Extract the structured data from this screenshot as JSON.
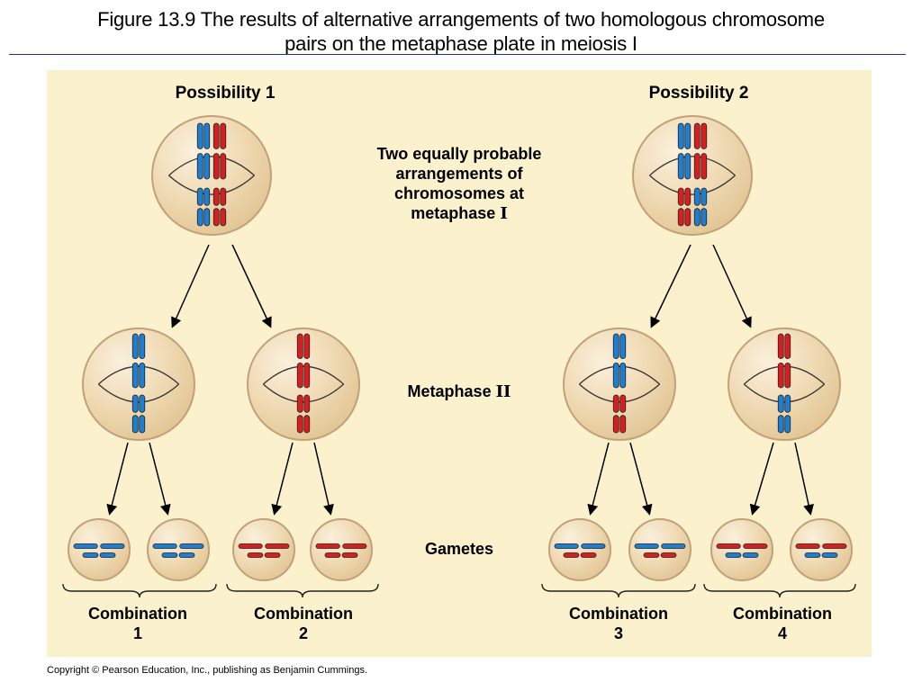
{
  "title": {
    "line1": "Figure 13.9  The results of alternative arrangements of two homologous chromosome",
    "line2": "pairs on the metaphase plate in meiosis I"
  },
  "possibility1": {
    "heading": "Possibility 1"
  },
  "possibility2": {
    "heading": "Possibility 2"
  },
  "center_note": {
    "line1": "Two equally probable",
    "line2": "arrangements of",
    "line3": "chromosomes at",
    "line4_text": "metaphase ",
    "line4_roman": "I"
  },
  "metaphase2_label": {
    "text": "Metaphase ",
    "roman": "II"
  },
  "gametes_label": "Gametes",
  "combinations": [
    {
      "word": "Combination",
      "number": "1"
    },
    {
      "word": "Combination",
      "number": "2"
    },
    {
      "word": "Combination",
      "number": "3"
    },
    {
      "word": "Combination",
      "number": "4"
    }
  ],
  "copyright": "Copyright © Pearson Education, Inc., publishing as Benjamin Cummings.",
  "colors": {
    "panel_bg": "#fbf1cc",
    "cell_fill": "#eed8b0",
    "cell_stroke": "#c2a07a",
    "blue_chromosome": "#1e7ed2",
    "red_chromosome": "#d81e1e",
    "arrow": "#000000",
    "title_rule": "#1f3a7a"
  },
  "cells": {
    "metaphase1": [
      {
        "id": "p1",
        "top_pair": [
          "blue",
          "red"
        ],
        "bottom_pair": [
          "blue",
          "red"
        ]
      },
      {
        "id": "p2",
        "top_pair": [
          "blue",
          "red"
        ],
        "bottom_pair": [
          "red",
          "blue"
        ]
      }
    ],
    "metaphase2": [
      {
        "id": "m1",
        "top": "blue",
        "bottom": "blue"
      },
      {
        "id": "m2",
        "top": "red",
        "bottom": "red"
      },
      {
        "id": "m3",
        "top": "blue",
        "bottom": "red"
      },
      {
        "id": "m4",
        "top": "red",
        "bottom": "blue"
      }
    ],
    "gametes": [
      {
        "id": "g1",
        "long": "blue",
        "short": "blue"
      },
      {
        "id": "g2",
        "long": "blue",
        "short": "blue"
      },
      {
        "id": "g3",
        "long": "red",
        "short": "red"
      },
      {
        "id": "g4",
        "long": "red",
        "short": "red"
      },
      {
        "id": "g5",
        "long": "blue",
        "short": "red"
      },
      {
        "id": "g6",
        "long": "blue",
        "short": "red"
      },
      {
        "id": "g7",
        "long": "red",
        "short": "blue"
      },
      {
        "id": "g8",
        "long": "red",
        "short": "blue"
      }
    ]
  }
}
